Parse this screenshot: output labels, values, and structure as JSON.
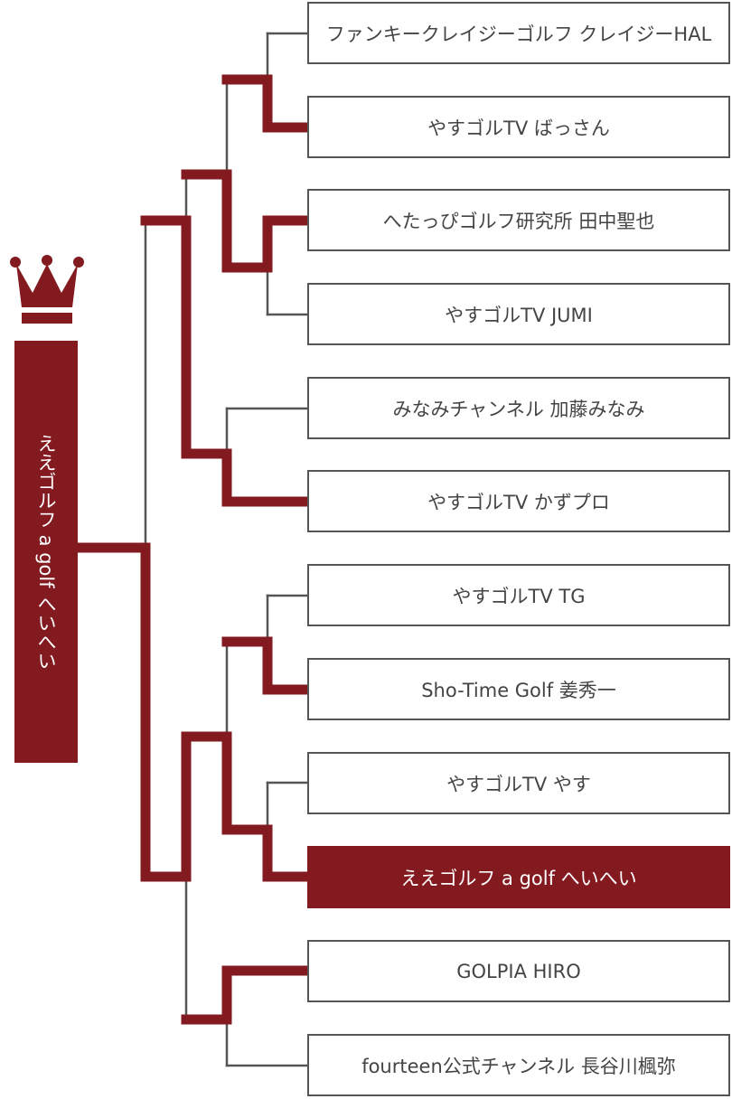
{
  "champion": {
    "name": "ええゴルフ a golf へいへい"
  },
  "colors": {
    "accent": "#821a20",
    "line": "#555555",
    "text": "#444444"
  },
  "icons": {
    "champion": "crown-icon"
  },
  "entries": [
    {
      "name": "ファンキークレイジーゴルフ クレイジーHAL",
      "winner": false
    },
    {
      "name": "やすゴルTV ばっさん",
      "winner": false
    },
    {
      "name": "へたっぴゴルフ研究所 田中聖也",
      "winner": false
    },
    {
      "name": "やすゴルTV JUMI",
      "winner": false
    },
    {
      "name": "みなみチャンネル 加藤みなみ",
      "winner": false
    },
    {
      "name": "やすゴルTV かずプロ",
      "winner": false
    },
    {
      "name": "やすゴルTV TG",
      "winner": false
    },
    {
      "name": "Sho-Time Golf 姜秀一",
      "winner": false
    },
    {
      "name": "やすゴルTV やす",
      "winner": false
    },
    {
      "name": "ええゴルフ a golf へいへい",
      "winner": true
    },
    {
      "name": "GOLPIA HIRO",
      "winner": false
    },
    {
      "name": "fourteen公式チャンネル 長谷川楓弥",
      "winner": false
    }
  ]
}
